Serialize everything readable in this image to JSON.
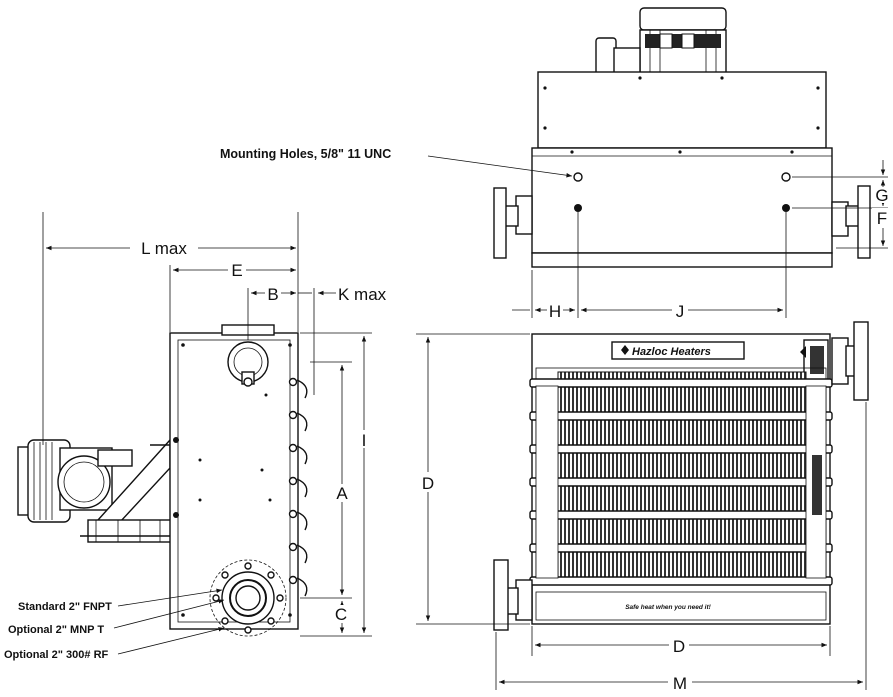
{
  "labels": {
    "l_max": "L max",
    "e": "E",
    "b": "B",
    "k_max": "K max",
    "i": "I",
    "a": "A",
    "c": "C",
    "d_vertical": "D",
    "d_horizontal": "D",
    "m": "M",
    "g": "G",
    "f": "F",
    "h": "H",
    "j": "J"
  },
  "notes": {
    "mounting_holes": "Mounting Holes, 5/8\" 11 UNC",
    "standard_fnpt": "Standard 2\" FNPT",
    "optional_mnpt": "Optional 2\" MNP T",
    "optional_rf": "Optional 2\" 300# RF"
  },
  "brand": {
    "logo_text": "Hazloc Heaters",
    "slogan": "Safe heat when you need it!"
  }
}
